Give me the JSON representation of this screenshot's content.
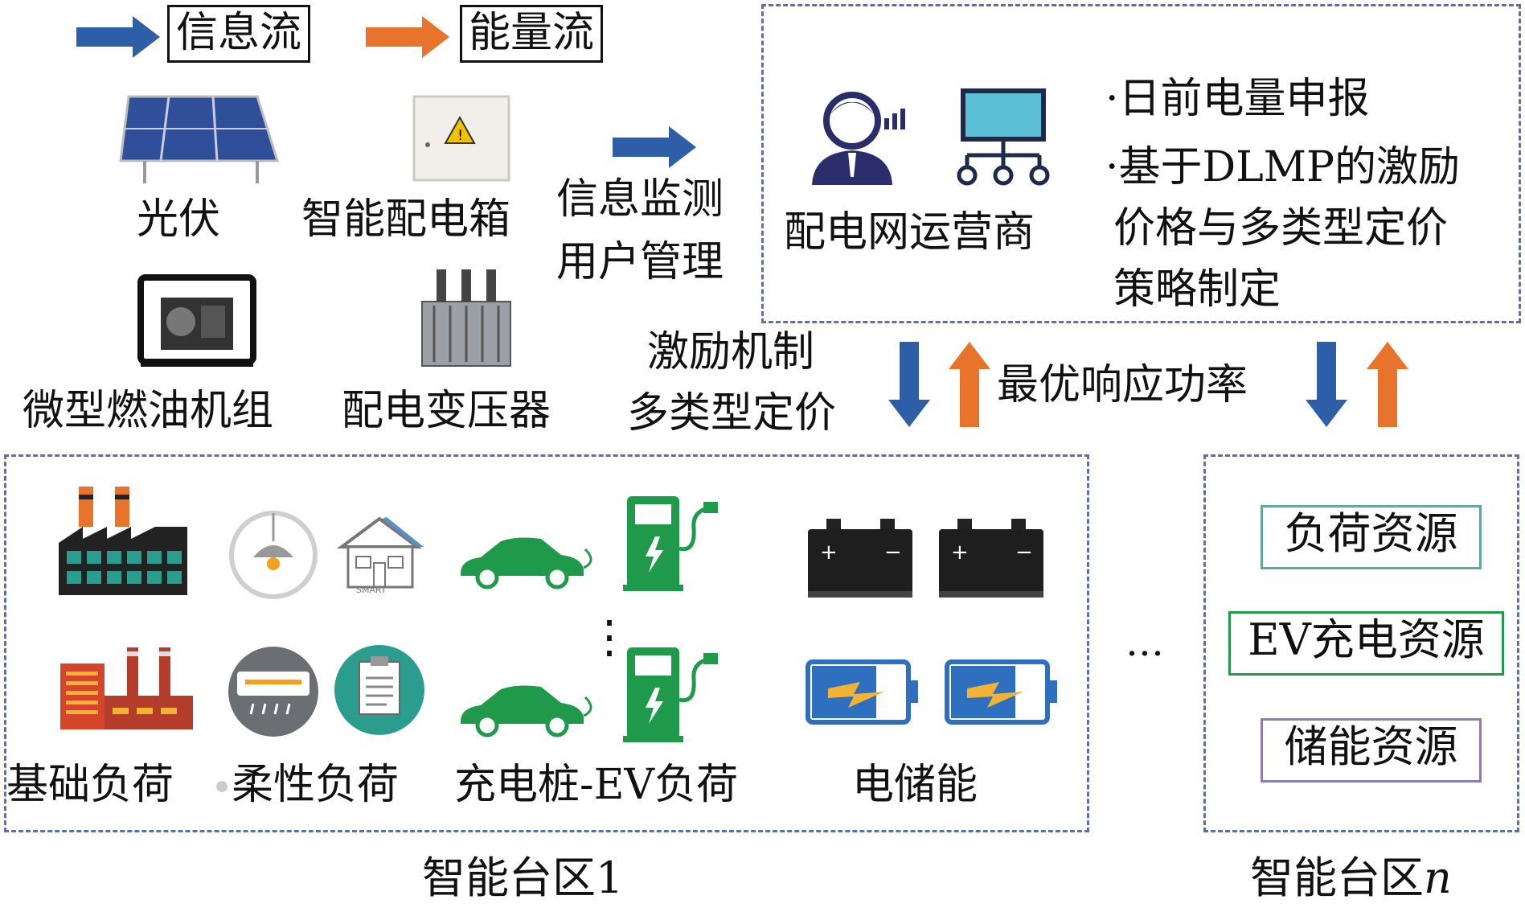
{
  "legend": {
    "info_flow": "信息流",
    "energy_flow": "能量流",
    "info_color": "#2f5ea8",
    "energy_color": "#e8732b"
  },
  "devices": {
    "pv": "光伏",
    "smart_box": "智能配电箱",
    "generator": "微型燃油机组",
    "transformer": "配电变压器"
  },
  "info_monitor": [
    "信息监测",
    "用户管理"
  ],
  "incentive": [
    "激励机制",
    "多类型定价"
  ],
  "optimal_power": "最优响应功率",
  "operator": {
    "name": "配电网运营商",
    "bullet1": "·日前电量申报",
    "bullet2": "·基于DLMP的激励",
    "bullet2b": "价格与多类型定价",
    "bullet2c": "策略制定"
  },
  "zone1": {
    "labels": {
      "base_load": "基础负荷",
      "flex_load": "柔性负荷",
      "ev_load": "充电桩-EV负荷",
      "storage": "电储能"
    },
    "caption_prefix": "智能台区1",
    "vdots": "⋮",
    "hdots": "…"
  },
  "zoneN": {
    "load_res": "负荷资源",
    "ev_res": "EV充电资源",
    "storage_res": "储能资源",
    "caption_prefix": "智能台区",
    "caption_var": "n"
  },
  "colors": {
    "dashed_border": "#5b6fb0",
    "green": "#1f9a4a",
    "teal": "#2a9d8f",
    "factory_orange": "#e8732b",
    "battery_blue": "#2e6fc0"
  }
}
